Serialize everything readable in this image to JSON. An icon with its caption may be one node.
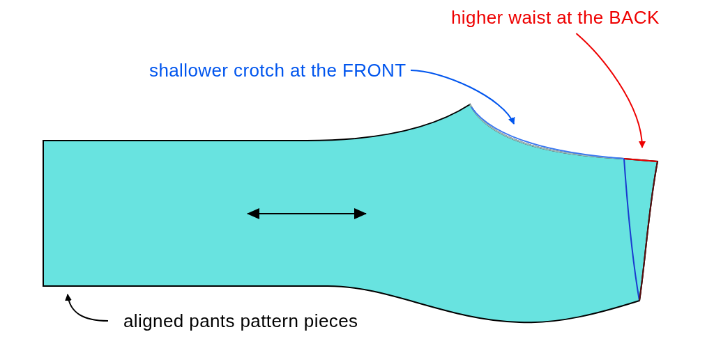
{
  "diagram": {
    "nodes": [
      {
        "text": [
          "shallower crotch at the FRONT"
        ]
      },
      {
        "text": [
          "higher waist at the BACK"
        ]
      },
      {
        "text": [
          "aligned pants pattern pieces"
        ]
      },
      {
        "text": [],
        "shape": "picture"
      }
    ],
    "edges": [
      {
        "from": 0,
        "to": 3,
        "arrow": "to",
        "color": "#0055ee"
      },
      {
        "from": 1,
        "to": 3,
        "arrow": "to",
        "color": "#ee0000"
      },
      {
        "from": 2,
        "to": 3,
        "arrow": "to",
        "color": "#000000"
      }
    ]
  }
}
